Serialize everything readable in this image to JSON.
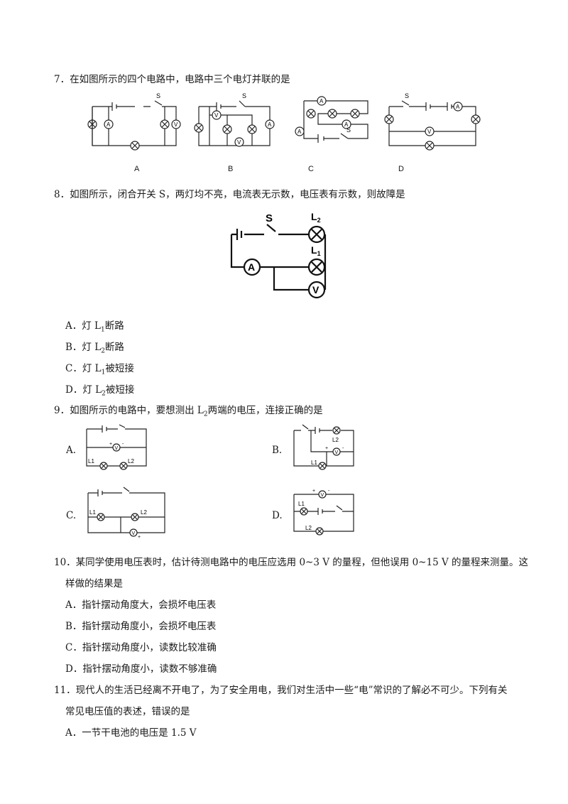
{
  "q7": {
    "stem": "7．在如图所示的四个电路中，电路中三个电灯并联的是",
    "captions": [
      "A",
      "B",
      "C",
      "D"
    ],
    "meter_a": "A",
    "meter_v": "V",
    "switch": "S"
  },
  "q8": {
    "stem": "8．如图所示，闭合开关 S，两灯均不亮，电流表无示数，电压表有示数，则故障是",
    "fig": {
      "switch": "S",
      "l2": "L",
      "l2_sub": "2",
      "l1": "L",
      "l1_sub": "1",
      "ammeter": "A",
      "voltmeter": "V"
    },
    "options": [
      {
        "letter": "A．",
        "pre": "灯 L",
        "sub": "1",
        "post": "断路"
      },
      {
        "letter": "B．",
        "pre": "灯 L",
        "sub": "2",
        "post": "断路"
      },
      {
        "letter": "C．",
        "pre": "灯 L",
        "sub": "1",
        "post": "被短接"
      },
      {
        "letter": "D．",
        "pre": "灯 L",
        "sub": "2",
        "post": "被短接"
      }
    ]
  },
  "q9": {
    "stem_pre": "9．如图所示的电路中，要想测出 L",
    "stem_sub": "2",
    "stem_post": "两端的电压，连接正确的是",
    "labels": [
      "A.",
      "B.",
      "C.",
      "D."
    ],
    "lamp1": "L1",
    "lamp2": "L2",
    "plus": "+",
    "minus": "-",
    "voltmeter": "V"
  },
  "q10": {
    "stem_line1": "10．某同学使用电压表时，估计待测电路中的电压应选用 0~3 V 的量程，但他误用 0~15 V 的量程来测量。这",
    "stem_line2": "样做的结果是",
    "options": [
      "A．指针摆动角度大，会损坏电压表",
      "B．指针摆动角度小，会损坏电压表",
      "C．指针摆动角度小，读数比较准确",
      "D．指针摆动角度小，读数不够准确"
    ]
  },
  "q11": {
    "stem_line1": "11．现代人的生活已经离不开电了，为了安全用电，我们对生活中一些“电”常识的了解必不可少。下列有关",
    "stem_line2": "常见电压值的表述，错误的是",
    "options": [
      "A．一节干电池的电压是 1.5 V"
    ]
  }
}
